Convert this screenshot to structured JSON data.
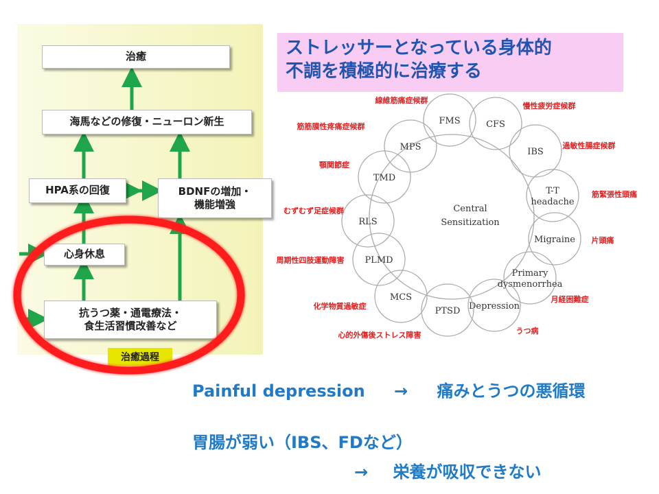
{
  "left_diagram": {
    "boxes": {
      "healing": "治癒",
      "repair": "海馬などの修復・ニューロン新生",
      "hpa": "HPA系の回復",
      "bdnf": "BDNFの増加・\n機能増強",
      "rest": "心身休息",
      "treatment": "抗うつ薬・通電療法・\n食生活習慣改善など"
    },
    "process_label": "治癒過程"
  },
  "title": "ストレッサーとなっている身体的\n不調を積極的に治療する",
  "sensitization": {
    "center_label": "Central\nSensitization",
    "nodes": [
      "FMS",
      "CFS",
      "IBS",
      "T-T\nheadache",
      "Migraine",
      "Primary\ndysmenorrhea",
      "Depression",
      "PTSD",
      "MCS",
      "PLMD",
      "RLS",
      "TMD",
      "MPS"
    ],
    "jp_labels": [
      "線維筋痛症候群",
      "慢性疲労症候群",
      "過敏性腸症候群",
      "筋緊張性頭痛",
      "片頭痛",
      "月経困難症",
      "うつ病",
      "心的外傷後ストレス障害",
      "化学物質過敏症",
      "周期性四肢運動障害",
      "むずむず足症候群",
      "顎関節症",
      "筋筋膜性疼痛症候群"
    ]
  },
  "bottom": {
    "line1_left": "Painful depression",
    "line1_arrow": "→",
    "line1_right": "痛みとうつの悪循環",
    "line2": "胃腸が弱い（IBS、FDなど）",
    "line3_arrow": "→",
    "line3_text": "栄養が吸収できない"
  },
  "colors": {
    "arrow_green": "#1fa54a",
    "highlight_red": "#ff1a1a",
    "title_bg": "#f9ccf3",
    "title_text": "#1f55b0",
    "label_red": "#e02020",
    "bottom_blue": "#1f7ac8",
    "process_label_bg": "#e6e600"
  }
}
